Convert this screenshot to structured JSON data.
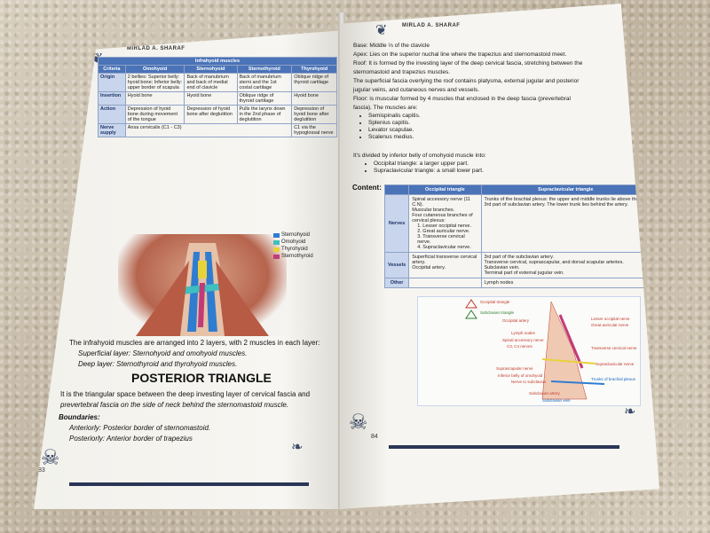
{
  "header": {
    "author": "MIRLAD A. SHARAF"
  },
  "left_page": {
    "table": {
      "title": "Infrahyoid muscles",
      "columns": [
        "Criteria",
        "Omohyoid",
        "Sternohyoid",
        "Sternothyroid",
        "Thyrohyoid"
      ],
      "rows": [
        {
          "label": "Origin",
          "cells": [
            "2 bellies: Superior belly: hyoid bone; Inferior belly: upper border of scapula",
            "Back of manubrium and back of medial end of clavicle",
            "Back of manubrium sterni and the 1st costal cartilage",
            "Oblique ridge of thyroid cartilage"
          ]
        },
        {
          "label": "Insertion",
          "cells": [
            "Hyoid bone",
            "Hyoid bone",
            "Oblique ridge of thyroid cartilage",
            "Hyoid bone"
          ]
        },
        {
          "label": "Action",
          "cells": [
            "Depression of hyoid bone during movement of the tongue",
            "Depression of hyoid bone after deglutition",
            "Pulls the larynx down in the 2nd phase of deglutition",
            "Depression of hyoid bone after deglutition"
          ]
        },
        {
          "label": "Nerve supply",
          "cells": [
            "Ansa cervicalis (C1 - C3)",
            "",
            "",
            "C1 via the hypoglossal nerve"
          ]
        }
      ]
    },
    "legend": [
      {
        "label": "Sternohyoid",
        "color": "#2f7dd1"
      },
      {
        "label": "Omohyoid",
        "color": "#3fbfbf"
      },
      {
        "label": "Thyrohyoid",
        "color": "#e8d23a"
      },
      {
        "label": "Sternothyroid",
        "color": "#c23b78"
      }
    ],
    "para1": "The infrahyoid muscles are arranged into 2 layers, with 2 muscles in each layer:",
    "superficial": "Superficial layer: Sternohyoid and omohyoid muscles.",
    "deep": "Deep layer: Sternothyroid and thyrohyoid muscles.",
    "title": "POSTERIOR TRIANGLE",
    "desc1": "It is the triangular space between the deep investing layer of cervical fascia and",
    "desc2": "prevertebral fascia on the side of neck behind the sternomastoid muscle.",
    "boundaries": "Boundaries:",
    "anterior": "Anteriorly: Posterior border of sternomastoid.",
    "posterior": "Posteriorly: Anterior border of trapezius",
    "page_number": "83"
  },
  "right_page": {
    "lines": [
      "Base: Middle ⅓ of the clavicle",
      "Apex: Lies on the superior nuchal line where the trapezius and sternomastoid meet.",
      "Roof: It is formed by the investing layer of the deep cervical fascia, stretching between the",
      "sternomastoid and trapezius muscles.",
      "The superficial fascia overlying the roof contains platysma, external jugular and posterior",
      "jugular veins, and cutaneous nerves and vessels.",
      "Floor: is muscular formed by 4 muscles that enclosed in the deep fascia (prevertebral",
      "fascia). The muscles are:"
    ],
    "muscles": [
      "Semispinalis capitis.",
      "Splenius capitis.",
      "Levator scapulae.",
      "Scalenus medius."
    ],
    "divided": "It's divided by inferior belly of omohyoid muscle into:",
    "parts": [
      "Occipital triangle: a larger upper part.",
      "Supraclavicular triangle: a small lower part."
    ],
    "content_label": "Content:",
    "table": {
      "columns": [
        "",
        "Occipital triangle",
        "Supraclavicular triangle"
      ],
      "nerves_label": "Nerves",
      "nerves_occ": [
        "Spinal accessory nerve (11 C.N).",
        "Muscular branches.",
        "Four cutaneous branches of cervical plexus:",
        "1. Lesser occipital nerve.",
        "2. Great auricular nerve.",
        "3. Transverse cervical nerve.",
        "4. Supraclavicular nerve."
      ],
      "nerves_sup": "Trunks of the brachial plexus: the upper and middle trunks lie above the 3rd part of subclavian artery. The lower trunk lies behind the artery.",
      "vessels_label": "Vessels",
      "vessels_occ": [
        "Superficial transverse cervical artery.",
        "Occipital artery."
      ],
      "vessels_sup": [
        "3rd part of the subclavian artery.",
        "Transverse cervical, suprascapular, and dorsal scapular arteries.",
        "Subclavian vein.",
        "Terminal part of external jugular vein."
      ],
      "other_label": "Other",
      "other_sup": "Lymph nodes"
    },
    "diagram_labels": {
      "occ_triangle": "Occipital triangle",
      "sub_triangle": "Subclavian triangle",
      "occ_artery": "Occipital artery",
      "lesser_occ": "Lesser occipital nerve",
      "great_aur": "Great auricular nerve",
      "lymph": "Lymph nodes",
      "spinal": "Spinal accessory nerve",
      "c3c4": "C3, C4 nerves",
      "trans_cerv": "Transverse cervical nerve",
      "suprascap": "Suprascapular nerve",
      "supraclav": "Supraclavicular nerve",
      "inf_belly": "Inferior belly of omohyoid",
      "nerve_sub": "Nerve to subclavius",
      "trunks": "Trunks of brachial plexus",
      "sub_artery": "Subclavian artery",
      "sub_vein": "Subclavian vein"
    },
    "page_number": "84"
  }
}
